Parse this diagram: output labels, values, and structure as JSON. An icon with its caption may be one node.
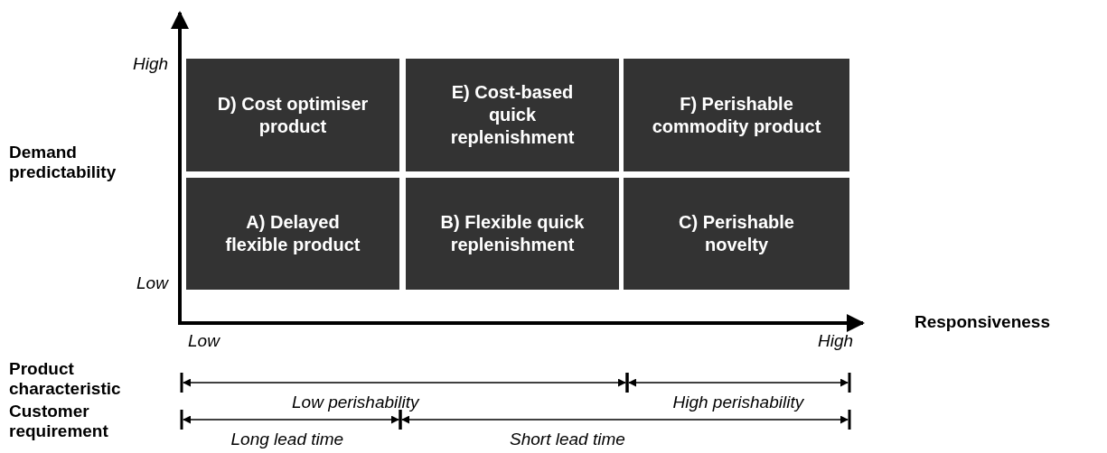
{
  "diagram": {
    "nodes": [
      {
        "text": [
          "D) Cost optimiser product"
        ]
      },
      {
        "text": [
          "E) Cost-based quick replenishment"
        ]
      },
      {
        "text": [
          "F) Perishable commodity product"
        ]
      },
      {
        "text": [
          "A) Delayed flexible product"
        ]
      },
      {
        "text": [
          "B) Flexible quick replenishment"
        ]
      },
      {
        "text": [
          "C) Perishable novelty"
        ]
      }
    ],
    "edges": [],
    "labels": [
      "High",
      "Demand predictability",
      "Low",
      "Responsiveness",
      "Low",
      "High",
      "Product characteristic",
      "Low perishability",
      "High perishability",
      "Customer requirement",
      "Long lead time",
      "Short lead time"
    ]
  }
}
